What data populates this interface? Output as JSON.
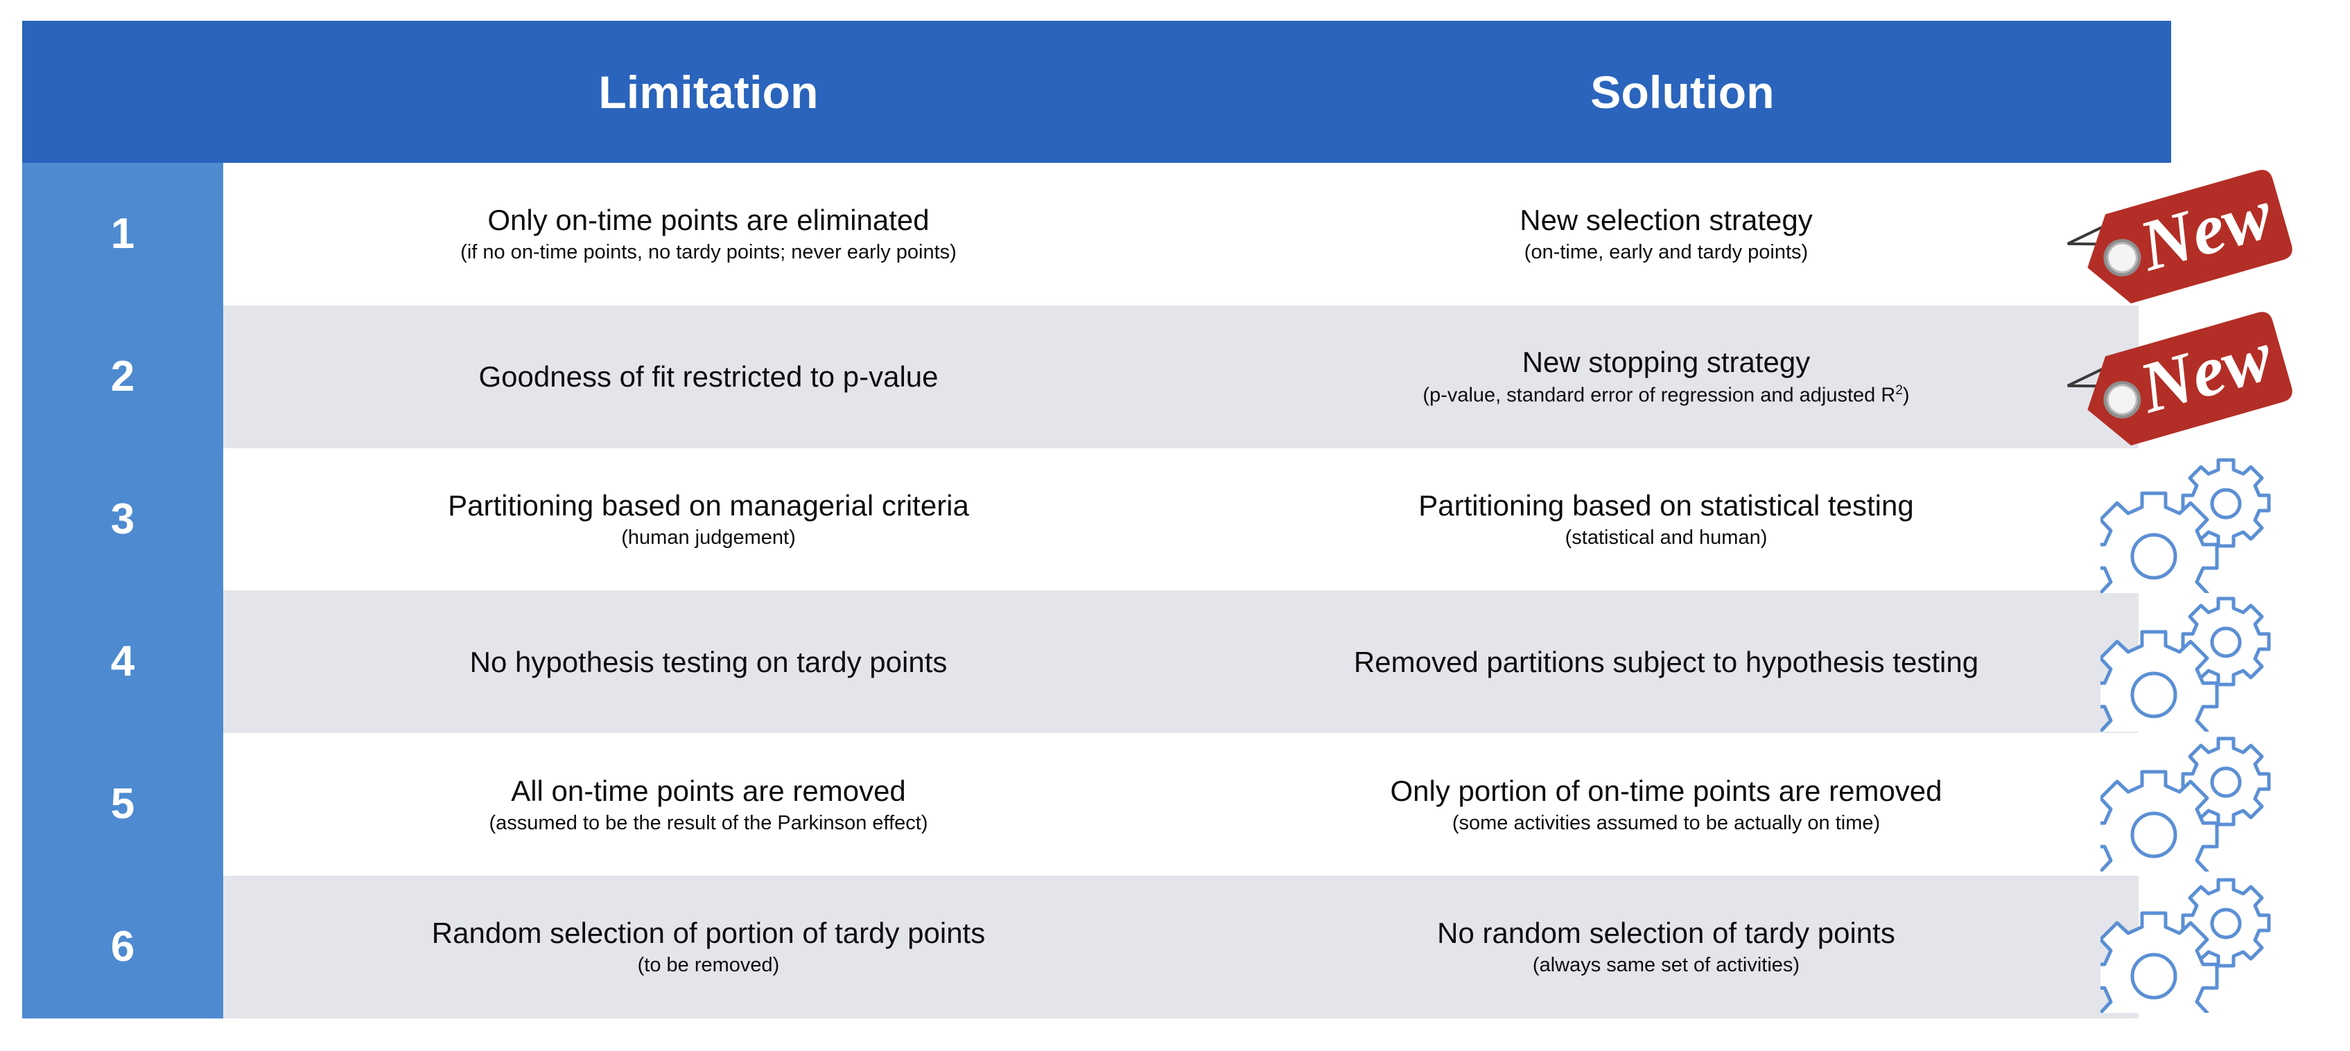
{
  "header": {
    "limitation_label": "Limitation",
    "solution_label": "Solution",
    "band_color": "#2a64bc",
    "text_color": "#ffffff"
  },
  "colors": {
    "header_blue": "#2a64bc",
    "number_column_blue": "#4d8ad0",
    "row_shaded": "#e3e5ea",
    "row_plain": "#ffffff",
    "tag_red": "#b32e26",
    "gear_blue": "#5b8fd4",
    "body_text": "#0d0d0d"
  },
  "rows": [
    {
      "number": "1",
      "shaded": false,
      "limitation": {
        "main": "Only on-time points are eliminated",
        "sub": "(if no on-time points, no tardy points; never early points)"
      },
      "solution": {
        "main": "New selection strategy",
        "sub": "(on-time, early and tardy points)"
      },
      "badge": {
        "kind": "new-tag",
        "label": "New"
      }
    },
    {
      "number": "2",
      "shaded": true,
      "limitation": {
        "main": "Goodness of fit restricted to p-value",
        "sub": ""
      },
      "solution": {
        "main": "New stopping strategy",
        "sub_prefix": "(p-value, standard error of regression and adjusted R",
        "sub_sup": "2",
        "sub_suffix": ")"
      },
      "badge": {
        "kind": "new-tag",
        "label": "New"
      }
    },
    {
      "number": "3",
      "shaded": false,
      "limitation": {
        "main": "Partitioning based on managerial criteria",
        "sub": "(human judgement)"
      },
      "solution": {
        "main": "Partitioning based on statistical testing",
        "sub": "(statistical and human)"
      },
      "badge": {
        "kind": "gears"
      }
    },
    {
      "number": "4",
      "shaded": true,
      "limitation": {
        "main": "No hypothesis testing on tardy points",
        "sub": ""
      },
      "solution": {
        "main": "Removed partitions subject to hypothesis testing",
        "sub": ""
      },
      "badge": {
        "kind": "gears"
      }
    },
    {
      "number": "5",
      "shaded": false,
      "limitation": {
        "main": "All on-time points are removed",
        "sub": "(assumed to be the result of the Parkinson effect)"
      },
      "solution": {
        "main": "Only portion of on-time points are removed",
        "sub": "(some activities assumed to be actually on time)"
      },
      "badge": {
        "kind": "gears"
      }
    },
    {
      "number": "6",
      "shaded": true,
      "limitation": {
        "main": "Random selection of portion of tardy points",
        "sub": "(to be removed)"
      },
      "solution": {
        "main": "No random selection of tardy points",
        "sub": "(always same set of activities)"
      },
      "badge": {
        "kind": "gears"
      }
    }
  ]
}
